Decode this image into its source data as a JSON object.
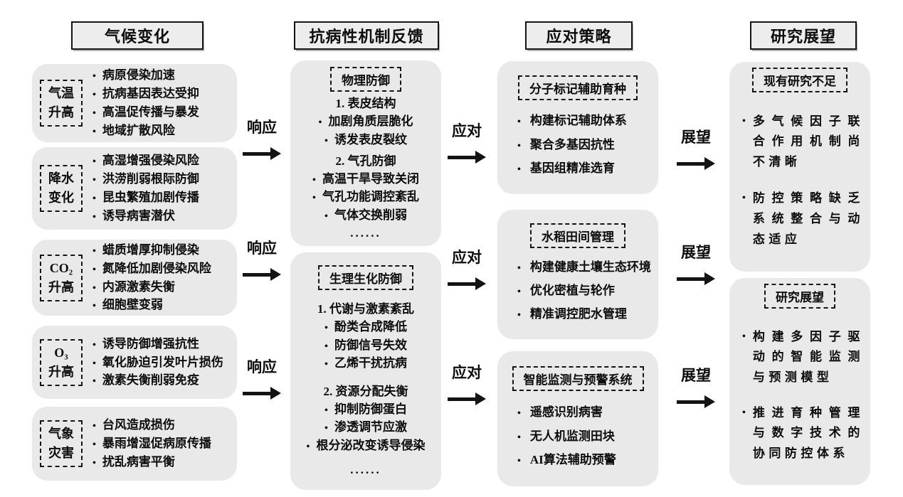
{
  "colors": {
    "background": "#ffffff",
    "box_fill": "#e9e9e9",
    "header_fill": "#ededed",
    "line": "#141414"
  },
  "headers": [
    {
      "label": "气候变化"
    },
    {
      "label": "抗病性机制反馈"
    },
    {
      "label": "应对策略"
    },
    {
      "label": "研究展望"
    }
  ],
  "arrows": {
    "respond": "响应",
    "cope": "应对",
    "prospect": "展望"
  },
  "col1_boxes": [
    {
      "label_lines": [
        "气温",
        "升高"
      ],
      "bullets": [
        "病原侵染加速",
        "抗病基因表达受抑",
        "高温促传播与暴发",
        "地域扩散风险"
      ]
    },
    {
      "label_lines": [
        "降水",
        "变化"
      ],
      "bullets": [
        "高湿增强侵染风险",
        "洪涝削弱根际防御",
        "昆虫繁殖加剧传播",
        "诱导病害潜伏"
      ]
    },
    {
      "label_lines": [
        "CO₂",
        "升高"
      ],
      "bullets": [
        "蜡质增厚抑制侵染",
        "氮降低加剧侵染风险",
        "内源激素失衡",
        "细胞壁变弱"
      ]
    },
    {
      "label_lines": [
        "O₃",
        "升高"
      ],
      "bullets": [
        "诱导防御增强抗性",
        "氧化胁迫引发叶片损伤",
        "激素失衡削弱免疫"
      ]
    },
    {
      "label_lines": [
        "气象",
        "灾害"
      ],
      "bullets": [
        "台风造成损伤",
        "暴雨增湿促病原传播",
        "扰乱病害平衡"
      ]
    }
  ],
  "col2_boxes": [
    {
      "label": "物理防御",
      "sections": [
        {
          "title": "1. 表皮结构",
          "bullets": [
            "加剧角质层脆化",
            "诱发表皮裂纹"
          ]
        },
        {
          "title": "2. 气孔防御",
          "bullets": [
            "高温干旱导致关闭",
            "气孔功能调控紊乱",
            "气体交换削弱"
          ]
        }
      ],
      "ellipsis": "......"
    },
    {
      "label": "生理生化防御",
      "sections": [
        {
          "title": "1. 代谢与激素紊乱",
          "bullets": [
            "酚类合成降低",
            "防御信号失效",
            "乙烯干扰抗病"
          ]
        },
        {
          "title": "2. 资源分配失衡",
          "bullets": [
            "抑制防御蛋白",
            "渗透调节应激",
            "根分泌改变诱导侵染"
          ]
        }
      ],
      "ellipsis": "......"
    }
  ],
  "col3_boxes": [
    {
      "label": "分子标记辅助育种",
      "bullets": [
        "构建标记辅助体系",
        "聚合多基因抗性",
        "基因组精准选育"
      ]
    },
    {
      "label": "水稻田间管理",
      "bullets": [
        "构建健康土壤生态环境",
        "优化密植与轮作",
        "精准调控肥水管理"
      ]
    },
    {
      "label": "智能监测与预警系统",
      "bullets": [
        "遥感识别病害",
        "无人机监测田块",
        "AI算法辅助预警"
      ]
    }
  ],
  "col4_boxes": [
    {
      "label": "现有研究不足",
      "bullets": [
        "多气候因子联合作用机制尚不清晰",
        "防控策略缺乏系统整合与动态适应"
      ]
    },
    {
      "label": "研究展望",
      "bullets": [
        "构建多因子驱动的智能监测与预测模型",
        "推进育种管理与数字技术的协同防控体系"
      ]
    }
  ]
}
